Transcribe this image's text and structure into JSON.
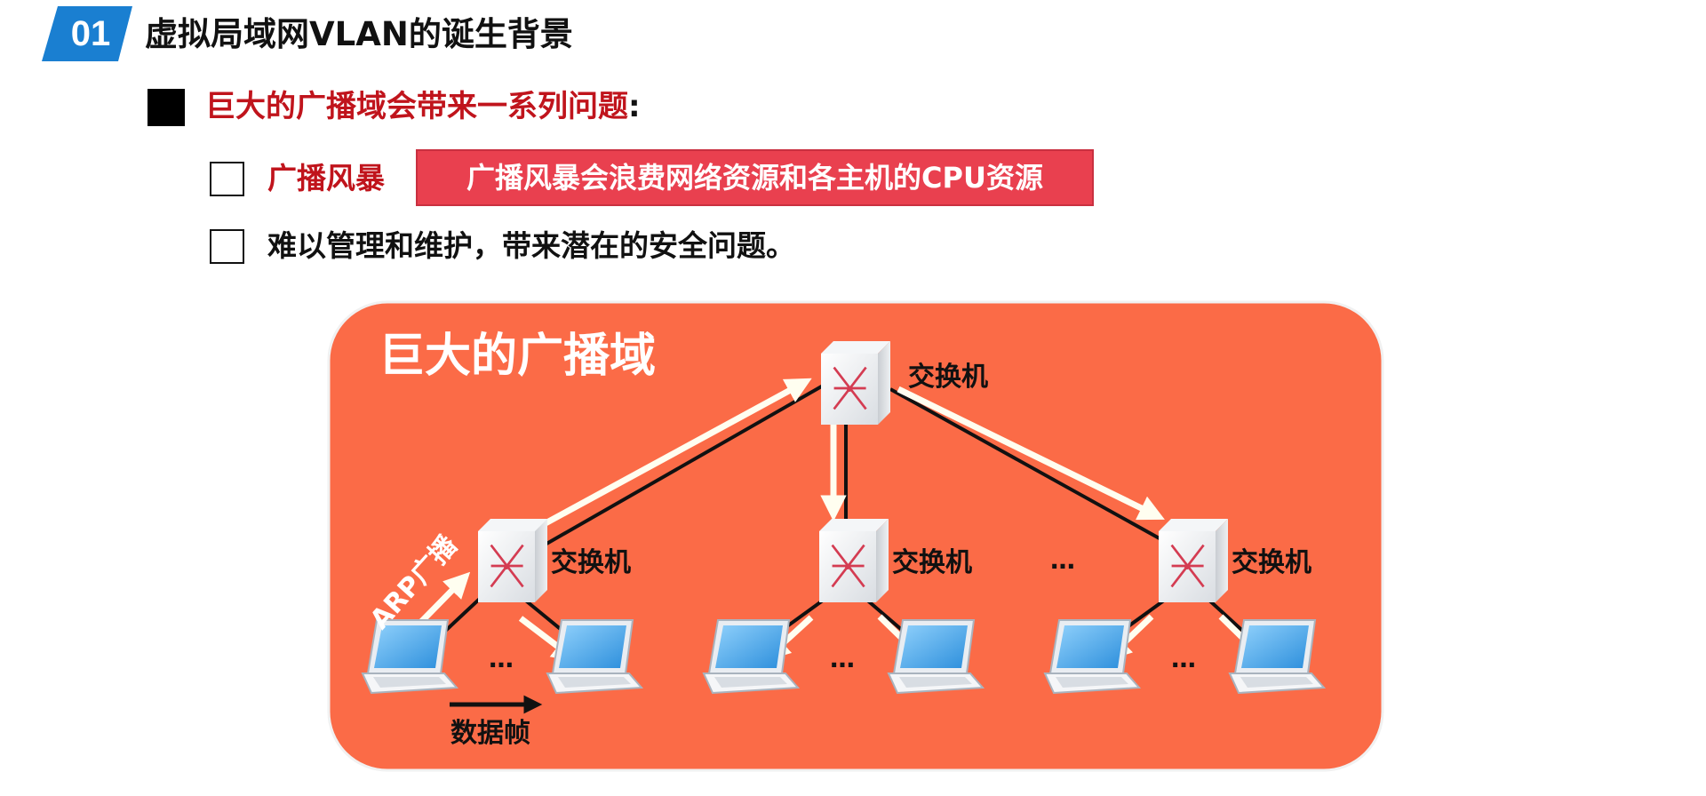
{
  "header": {
    "section_number": "01",
    "title": "虚拟局域网VLAN的诞生背景"
  },
  "main_point": {
    "text": "巨大的广播域会带来一系列问题",
    "colon": ":"
  },
  "sub_points": [
    {
      "label": "广播风暴",
      "note": "广播风暴会浪费网络资源和各主机的CPU资源"
    },
    {
      "label": "难以管理和维护，带来潜在的安全问题。"
    }
  ],
  "diagram": {
    "area_label": "巨大的广播域",
    "switch_label": "交换机",
    "ellipsis": "…",
    "arp_label": "ARP广播",
    "frame_label": "数据帧",
    "colors": {
      "domain_fill": "#fb6b47",
      "domain_border": "#f1f1f1",
      "arrow": "#fffef0",
      "link": "#111111",
      "accent_red": "#c0141c",
      "callout_red": "#e9404f",
      "badge_blue": "#1a7fd1",
      "screen_blue": "#5bb2ef"
    }
  }
}
